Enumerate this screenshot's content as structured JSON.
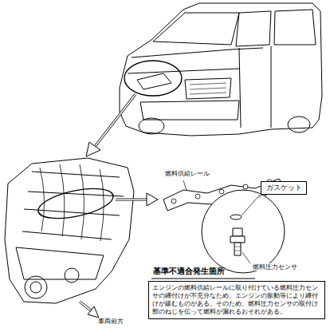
{
  "diagram": {
    "nodes": [
      {
        "text": [
          "ガスケット"
        ]
      },
      {
        "text": [
          "基準不適合発生箇所",
          "エンジンの燃料供給レールに取り付けている燃料圧力センサの締付けが不充分なため、エンジンの振動等により締付けが緩むものがある。そのため、燃料圧力センサの取付け部のねじを伝って燃料が漏れるおそれがある。"
        ]
      }
    ],
    "labels": [
      "燃料供給レール",
      "燃料圧力センサ",
      "車両前方"
    ]
  }
}
